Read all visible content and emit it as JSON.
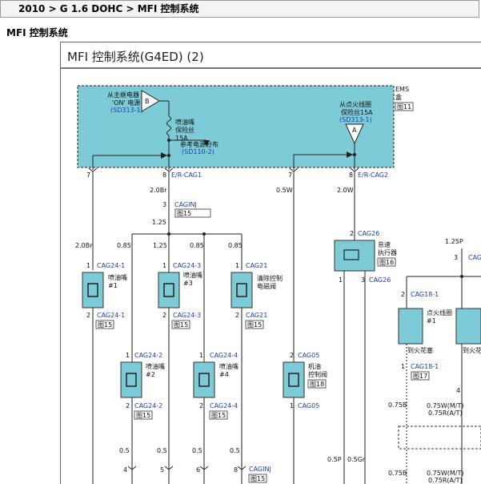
{
  "breadcrumb": "2010 > G 1.6 DOHC > MFI 控制系统",
  "section_title": "MFI 控制系统",
  "diagram_title": "MFI 控制系统(G4ED) (2)",
  "ems": {
    "label1": "EMS",
    "label2": "盒",
    "fig": "图11"
  },
  "main_supply": {
    "line1": "从主继电器",
    "line2": "'ON' 电源",
    "ref": "(SD313-1)",
    "letter": "B"
  },
  "injector_fuse": {
    "line1": "喷油嘴",
    "line2": "保险丝",
    "line3": "15A"
  },
  "ref_power": {
    "line1": "参考电源分布",
    "ref": "(SD110-2)"
  },
  "ign_coil_supply": {
    "line1": "从点火线圈",
    "line2": "保险丝15A",
    "ref": "(SD313-1)",
    "letter": "A"
  },
  "connectors": {
    "er1": "E/R-CAG1",
    "er2": "E/R-CAG2",
    "caginj": "CAGINJ",
    "cag26": "CAG26",
    "cag24_1": "CAG24-1",
    "cag24_2": "CAG24-2",
    "cag24_3": "CAG24-3",
    "cag24_4": "CAG24-4",
    "cag21": "CAG21",
    "cag05": "CAG05",
    "cag18_1": "CAG18-1",
    "cag_partial": "CAG"
  },
  "pins": {
    "p7a": "7",
    "p8a": "8",
    "p7b": "7",
    "p8b": "8",
    "p3": "3",
    "p1": "1",
    "p2": "2",
    "p4": "4",
    "p5": "5",
    "p6": "6"
  },
  "figs": {
    "f15": "图15",
    "f16": "图16",
    "f17": "图17",
    "f18": "图18"
  },
  "wires": {
    "w20br_a": "2.0Br",
    "w20br_b": "2.0Br",
    "w05w": "0.5W",
    "w20w": "2.0W",
    "w125a": "1.25",
    "w125b": "1.25",
    "w085": "0.85",
    "w125p": "1.25P",
    "w05": "0.5",
    "w05p": "0.5P",
    "w05gr": "0.5Gr",
    "w075b": "0.75B",
    "w075wm": "0.75W(M/T)",
    "w075ra": "0.75R(A/T)"
  },
  "components": {
    "inj1": {
      "l1": "喷油嘴",
      "l2": "#1"
    },
    "inj2": {
      "l1": "喷油嘴",
      "l2": "#2"
    },
    "inj3": {
      "l1": "喷油嘴",
      "l2": "#3"
    },
    "inj4": {
      "l1": "喷油嘴",
      "l2": "#4"
    },
    "purge": {
      "l1": "清除控制",
      "l2": "电磁阀"
    },
    "idle": {
      "l1": "怠速",
      "l2": "执行器"
    },
    "camv": {
      "l1": "机油",
      "l2": "控制阀"
    },
    "coil1": {
      "l1": "点火线圈",
      "l2": "#1"
    },
    "cap": "到火花塞",
    "cap2": "到火花"
  },
  "colors": {
    "ems_fill": "#7ecbd8",
    "connector_blue": "#1a3ea8",
    "component_fill": "#7ecbd8"
  }
}
